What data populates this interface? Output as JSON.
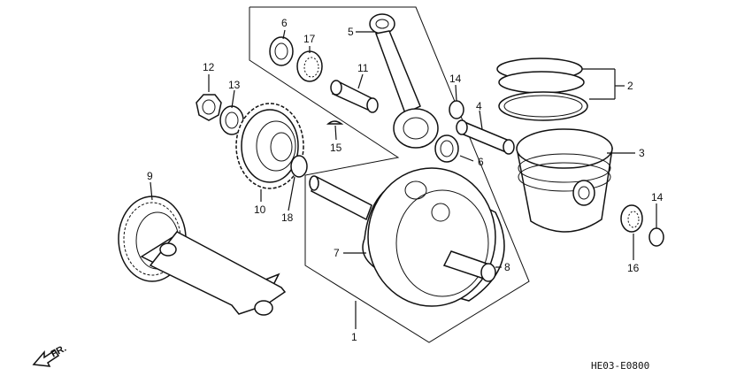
{
  "diagram_code": "HE03-E0800",
  "direction_label": "FR.",
  "callouts": [
    {
      "id": "c1",
      "label": "1"
    },
    {
      "id": "c2",
      "label": "2"
    },
    {
      "id": "c3",
      "label": "3"
    },
    {
      "id": "c4",
      "label": "4"
    },
    {
      "id": "c5",
      "label": "5"
    },
    {
      "id": "c6a",
      "label": "6"
    },
    {
      "id": "c6b",
      "label": "6"
    },
    {
      "id": "c7",
      "label": "7"
    },
    {
      "id": "c8",
      "label": "8"
    },
    {
      "id": "c9",
      "label": "9"
    },
    {
      "id": "c10",
      "label": "10"
    },
    {
      "id": "c11",
      "label": "11"
    },
    {
      "id": "c12",
      "label": "12"
    },
    {
      "id": "c13",
      "label": "13"
    },
    {
      "id": "c14a",
      "label": "14"
    },
    {
      "id": "c14b",
      "label": "14"
    },
    {
      "id": "c15",
      "label": "15"
    },
    {
      "id": "c16",
      "label": "16"
    },
    {
      "id": "c17",
      "label": "17"
    },
    {
      "id": "c18",
      "label": "18"
    }
  ]
}
